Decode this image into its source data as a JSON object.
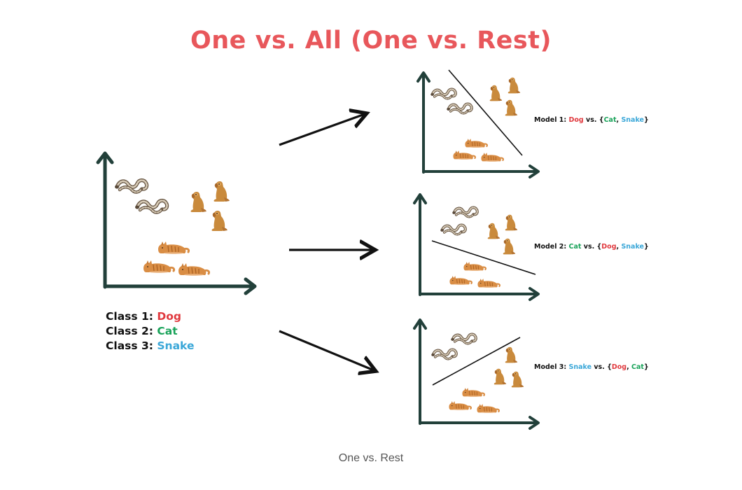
{
  "title": "One vs. All (One vs. Rest)",
  "caption": "One vs. Rest",
  "legend": [
    {
      "prefix": "Class 1: ",
      "name": "Dog"
    },
    {
      "prefix": "Class 2: ",
      "name": "Cat"
    },
    {
      "prefix": "Class 3: ",
      "name": "Snake"
    }
  ],
  "models": [
    {
      "prefix": "Model 1: ",
      "positive": "Dog",
      "vs": " vs. {",
      "rest": [
        "Cat",
        "Snake"
      ],
      "sep": ", ",
      "close": "}"
    },
    {
      "prefix": "Model 2: ",
      "positive": "Cat",
      "vs": " vs. {",
      "rest": [
        "Dog",
        "Snake"
      ],
      "sep": ", ",
      "close": "}"
    },
    {
      "prefix": "Model 3: ",
      "positive": "Snake",
      "vs": " vs. {",
      "rest": [
        "Dog",
        "Cat"
      ],
      "sep": ", ",
      "close": "}"
    }
  ],
  "colors": {
    "title": "#e8575b",
    "axis": "#22403a",
    "dog": "#e0393e",
    "cat": "#1aa35a",
    "snake": "#3aa7d8",
    "arrow": "#111111"
  },
  "icons": [
    "snake-icon",
    "dog-icon",
    "cat-icon"
  ]
}
